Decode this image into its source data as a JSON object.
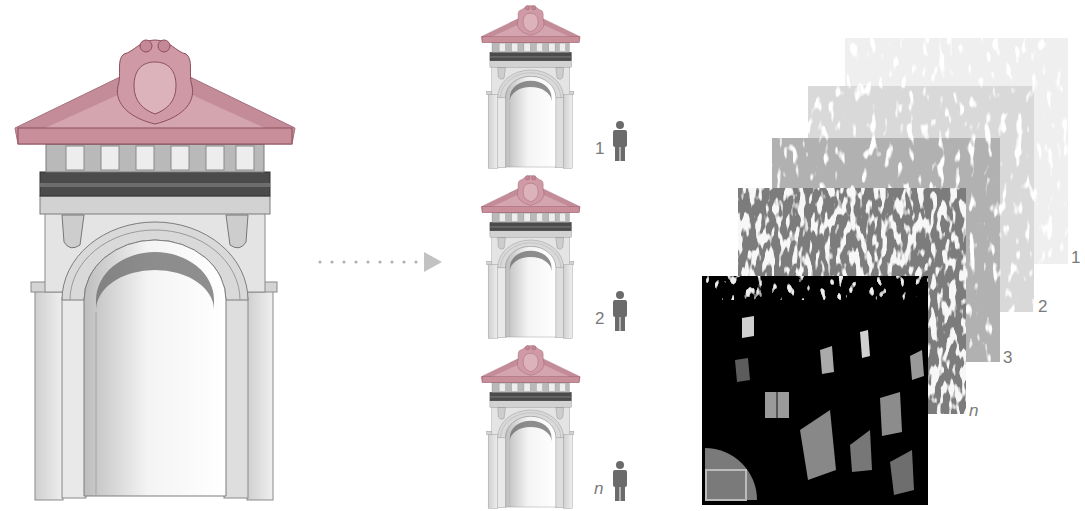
{
  "diagram": {
    "labels": [
      "1",
      "2",
      "n",
      "1",
      "2",
      "3",
      "n"
    ]
  }
}
